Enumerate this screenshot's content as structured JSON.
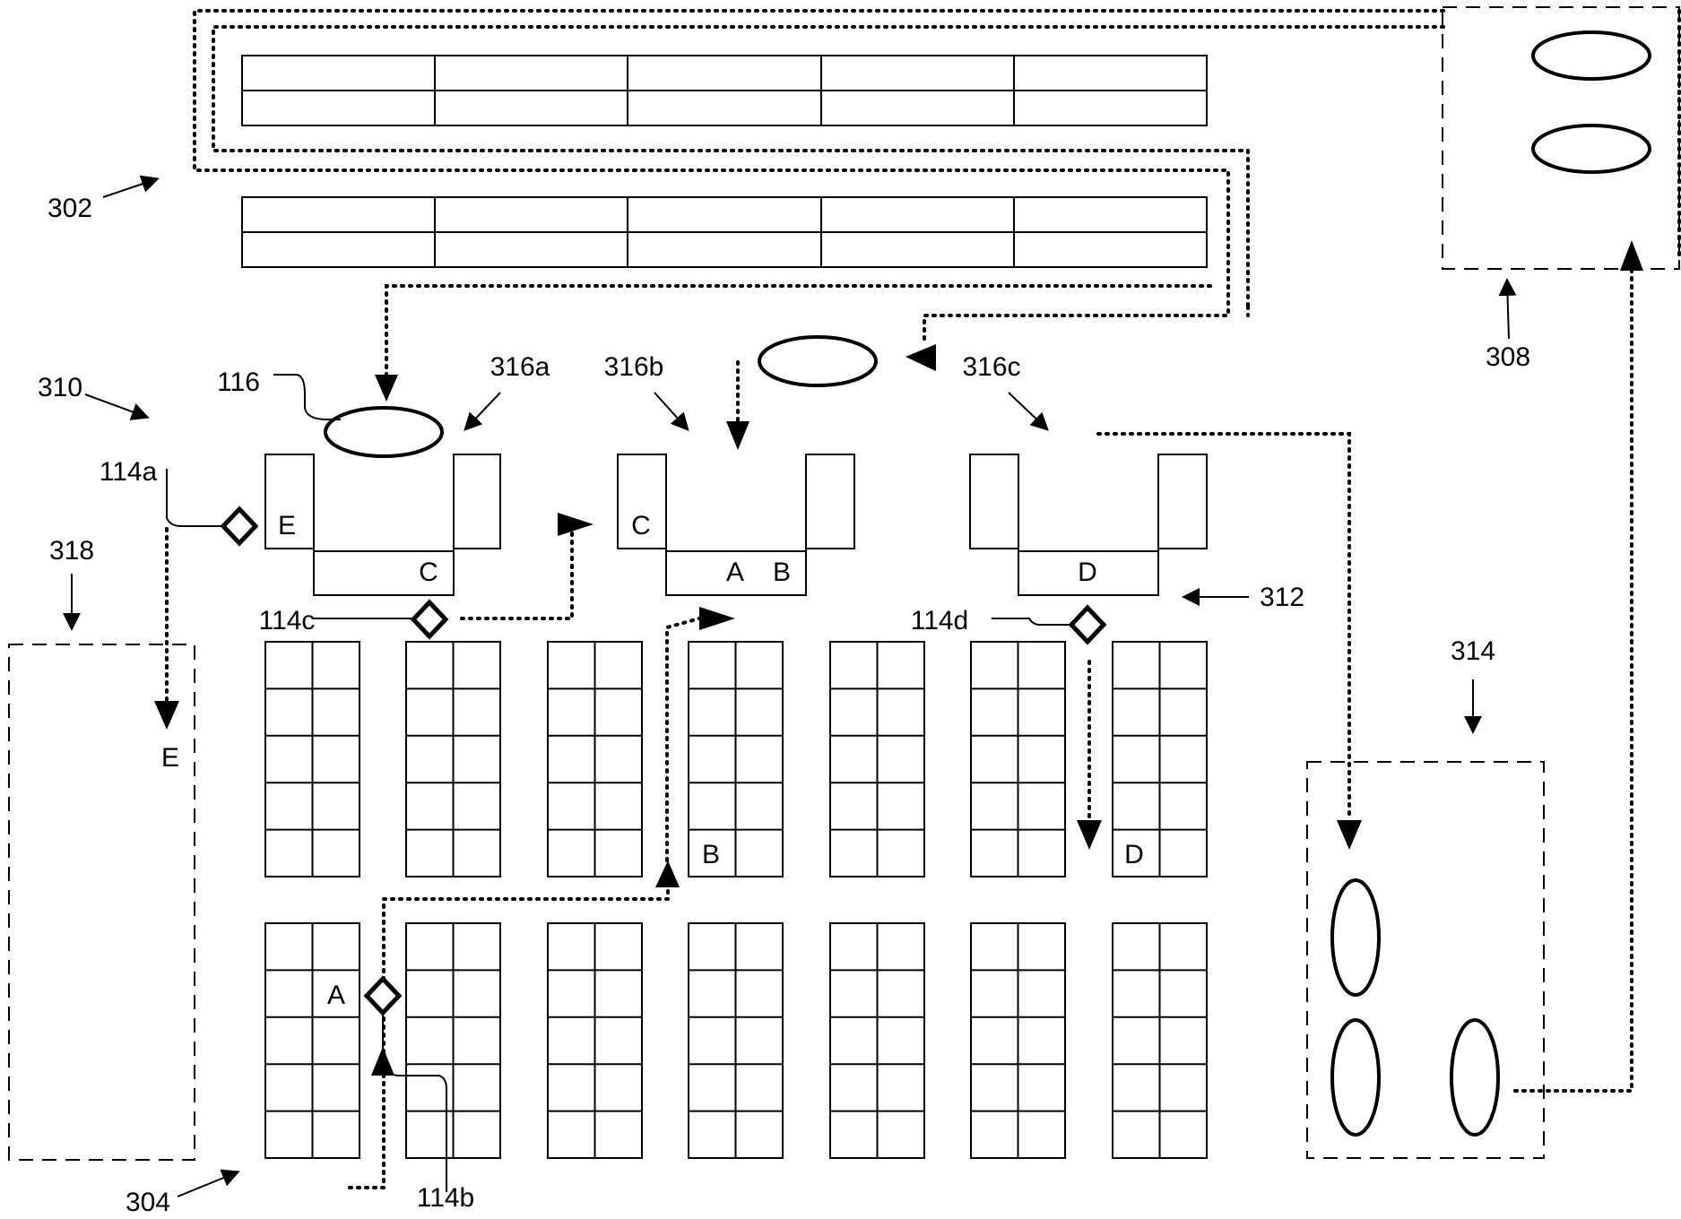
{
  "labels": {
    "r302": "302",
    "r304": "304",
    "r308": "308",
    "r310": "310",
    "r312": "312",
    "r314": "314",
    "r316a": "316a",
    "r316b": "316b",
    "r316c": "316c",
    "r318": "318",
    "r116": "116",
    "r114a": "114a",
    "r114b": "114b",
    "r114c": "114c",
    "r114d": "114d"
  },
  "station_letters": {
    "s1_left": "E",
    "s1_bottom": "C",
    "s2_left": "C",
    "s2_bottom_a": "A",
    "s2_bottom_b": "B",
    "s3_bottom": "D"
  },
  "rack_letters": {
    "b": "B",
    "d": "D",
    "a": "A"
  },
  "zone_letters": {
    "e": "E"
  }
}
